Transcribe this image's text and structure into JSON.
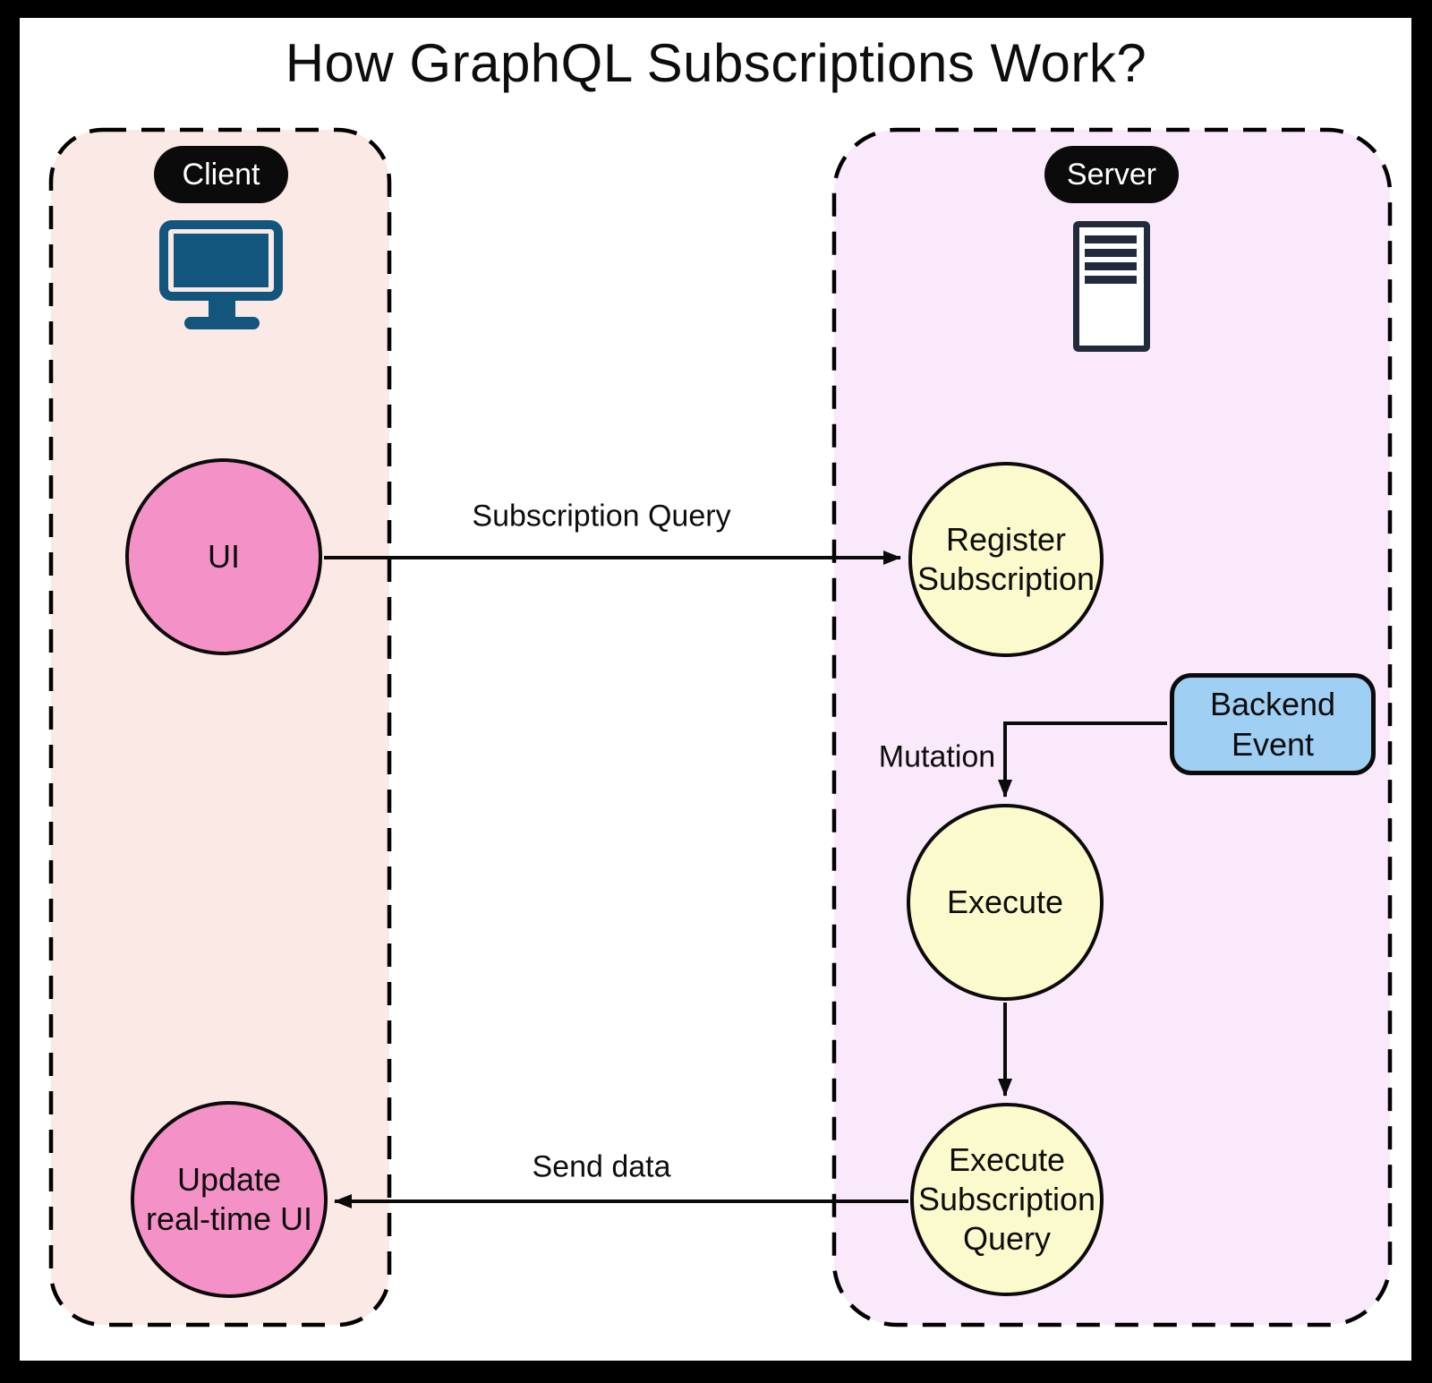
{
  "title": "How GraphQL Subscriptions Work?",
  "panels": {
    "client": {
      "label": "Client",
      "icon": "monitor-icon",
      "bg": "#FBE9E6",
      "border_color": "#000000"
    },
    "server": {
      "label": "Server",
      "icon": "server-tower-icon",
      "bg": "#FAE8FB",
      "border_color": "#000000"
    }
  },
  "nodes": {
    "ui": {
      "label": "UI",
      "shape": "circle",
      "fill": "#F492C7",
      "panel": "client"
    },
    "update_ui": {
      "label": "Update real-time UI",
      "shape": "circle",
      "fill": "#F492C7",
      "panel": "client"
    },
    "register_subscription": {
      "label": "Register Subscription",
      "shape": "circle",
      "fill": "#FAFACC",
      "panel": "server"
    },
    "execute": {
      "label": "Execute",
      "shape": "circle",
      "fill": "#FAFACC",
      "panel": "server"
    },
    "execute_subscription_query": {
      "label": "Execute Subscription Query",
      "shape": "circle",
      "fill": "#FAFACC",
      "panel": "server"
    },
    "backend_event": {
      "label": "Backend Event",
      "shape": "rounded-rect",
      "fill": "#9FCFF3",
      "panel": "server"
    }
  },
  "edges": {
    "subscription_query": {
      "label": "Subscription Query",
      "from": "ui",
      "to": "register_subscription"
    },
    "mutation": {
      "label": "Mutation",
      "from": "backend_event",
      "to": "execute"
    },
    "execute_to_query": {
      "label": "",
      "from": "execute",
      "to": "execute_subscription_query"
    },
    "send_data": {
      "label": "Send data",
      "from": "execute_subscription_query",
      "to": "update_ui"
    }
  },
  "icon_colors": {
    "monitor": "#12567E",
    "server_tower": "#222B3C"
  }
}
